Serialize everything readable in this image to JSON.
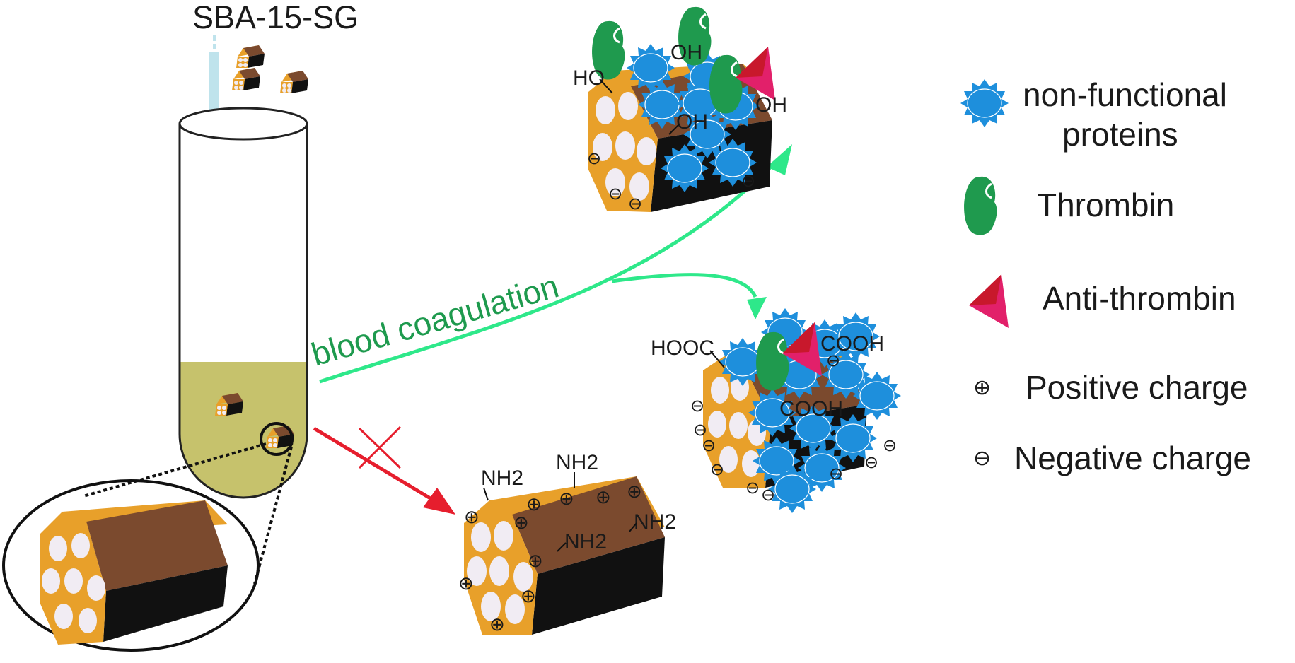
{
  "figure": {
    "top_label": "SBA-15-SG",
    "pathway_label": "blood coagulation",
    "hydroxyl": "OH",
    "hydroxyl_ho": "HO",
    "carboxyl": "COOH",
    "carboxyl_hooc": "HOOC",
    "amine": "NH2",
    "positive_symbol": "⊕",
    "negative_symbol": "⊖"
  },
  "legend": {
    "items": [
      {
        "icon": "non-functional-protein-icon",
        "label_line1": "non-functional",
        "label_line2": "proteins"
      },
      {
        "icon": "thrombin-icon",
        "label_line1": "Thrombin"
      },
      {
        "icon": "anti-thrombin-icon",
        "label_line1": "Anti-thrombin"
      },
      {
        "icon": "positive-charge-icon",
        "label_line1": "Positive charge"
      },
      {
        "icon": "negative-charge-icon",
        "label_line1": "Negative charge"
      }
    ]
  },
  "colors": {
    "orange_face": "#E8A02A",
    "brown_face": "#7B4A2E",
    "black_face": "#111111",
    "pore": "#F1ECF3",
    "protein_blue": "#1E8FDC",
    "thrombin_green": "#1F9A4E",
    "anti_thrombin_red": "#E2206A",
    "arrow_green": "#2EE88A",
    "arrow_red": "#E61E2D",
    "liquid": "#C6C26C",
    "drop_arrow": "#BFE3EC"
  }
}
